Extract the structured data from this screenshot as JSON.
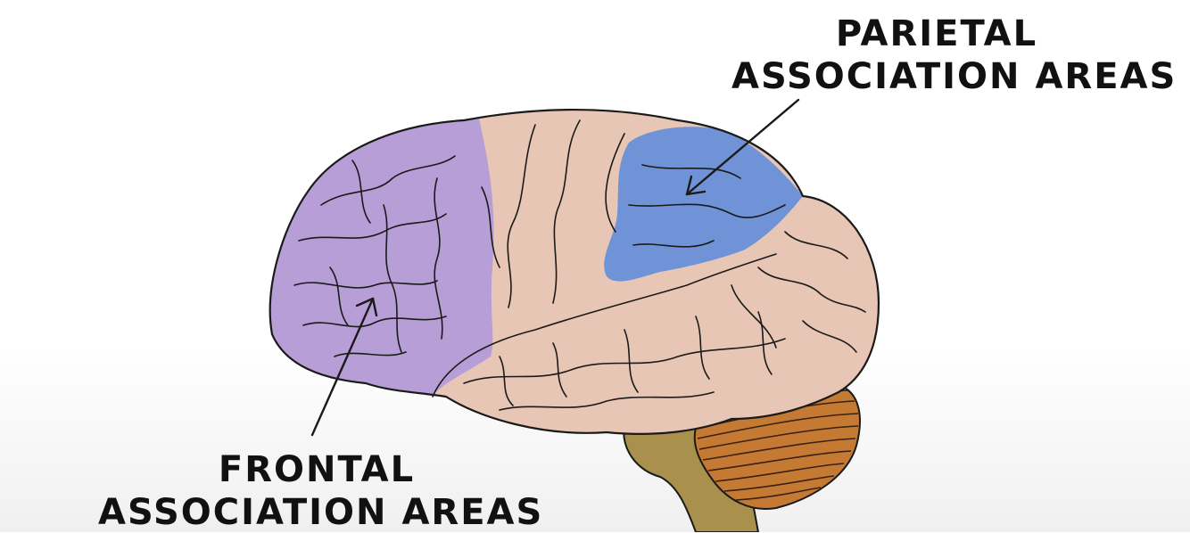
{
  "labels": {
    "parietal": {
      "line1": "PARIETAL",
      "line2": "ASSOCIATION AREAS"
    },
    "frontal": {
      "line1": "FRONTAL",
      "line2": "ASSOCIATION AREAS"
    }
  },
  "colors": {
    "background": "#ffffff",
    "cortex": "#e8c6b6",
    "frontal_region": "#b79ed6",
    "parietal_region": "#6f93d6",
    "cerebellum": "#c47a32",
    "brainstem": "#a9904c",
    "outline": "#1a1a1a"
  }
}
